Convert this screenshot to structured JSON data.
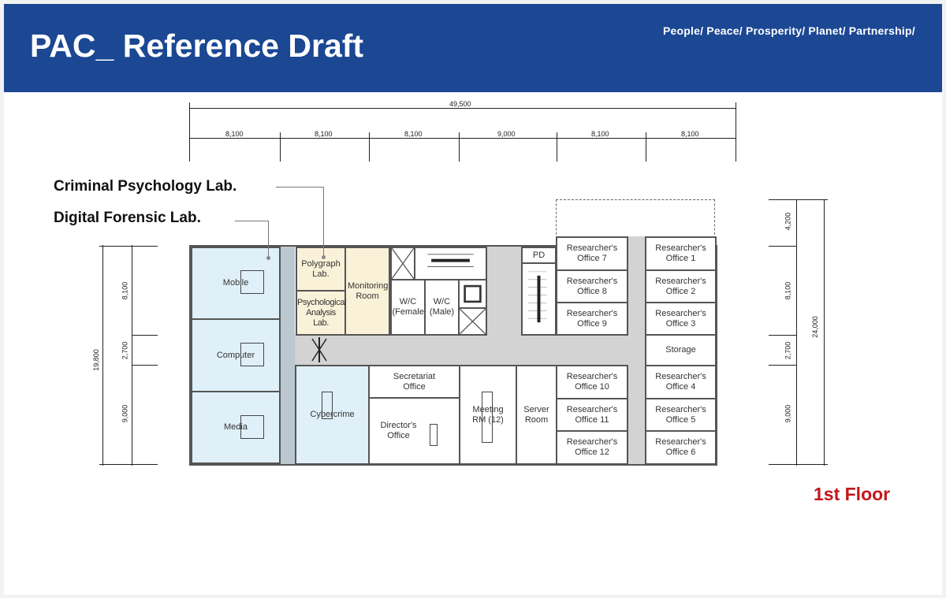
{
  "header": {
    "title": "PAC_ Reference Draft",
    "tagline": "People/ Peace/ Prosperity/ Planet/ Partnership/"
  },
  "callouts": {
    "criminal_psychology": "Criminal Psychology Lab.",
    "digital_forensic": "Digital Forensic Lab."
  },
  "floor_label": "1st Floor",
  "dimensions": {
    "total_width": "49,500",
    "bays": [
      "8,100",
      "8,100",
      "8,100",
      "9,000",
      "8,100",
      "8,100"
    ],
    "left": {
      "total": "19,800",
      "segments": [
        "8,100",
        "2,700",
        "9,000"
      ]
    },
    "right": {
      "total": "24,000",
      "segments": [
        "4,200",
        "8,100",
        "2,700",
        "9,000"
      ]
    }
  },
  "rooms": {
    "mobile": "Mobile",
    "computer": "Computer",
    "media": "Media",
    "polygraph": "Polygraph Lab.",
    "psych_analysis": "Psychological Analysis Lab.",
    "monitoring": "Monitoring Room",
    "wc_female": "W/C (Female)",
    "wc_male": "W/C (Male)",
    "pd": "PD",
    "cybercrime": "Cybercrime",
    "secretariat": "Secretariat Office",
    "director": "Director's Office",
    "meeting": "Meeting RM (12)",
    "server": "Server Room",
    "storage": "Storage",
    "r1": "Researcher's Office 1",
    "r2": "Researcher's Office 2",
    "r3": "Researcher's Office 3",
    "r4": "Researcher's Office 4",
    "r5": "Researcher's Office 5",
    "r6": "Researcher's Office 6",
    "r7": "Researcher's Office 7",
    "r8": "Researcher's Office 8",
    "r9": "Researcher's Office 9",
    "r10": "Researcher's Office 10",
    "r11": "Researcher's Office 11",
    "r12": "Researcher's Office 12"
  }
}
